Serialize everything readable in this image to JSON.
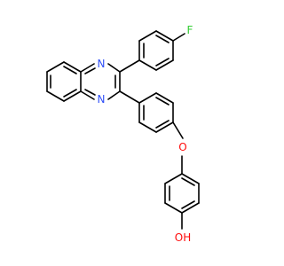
{
  "molecule": {
    "atom_labels": {
      "fluorine": "F",
      "nitrogen_top": "N",
      "nitrogen_bottom": "N",
      "oxygen_ether": "O",
      "hydroxyl": "OH"
    },
    "colors": {
      "fluorine": "#33cc33",
      "nitrogen": "#3050f8",
      "oxygen": "#ff0d0d",
      "bond": "#000000"
    }
  }
}
